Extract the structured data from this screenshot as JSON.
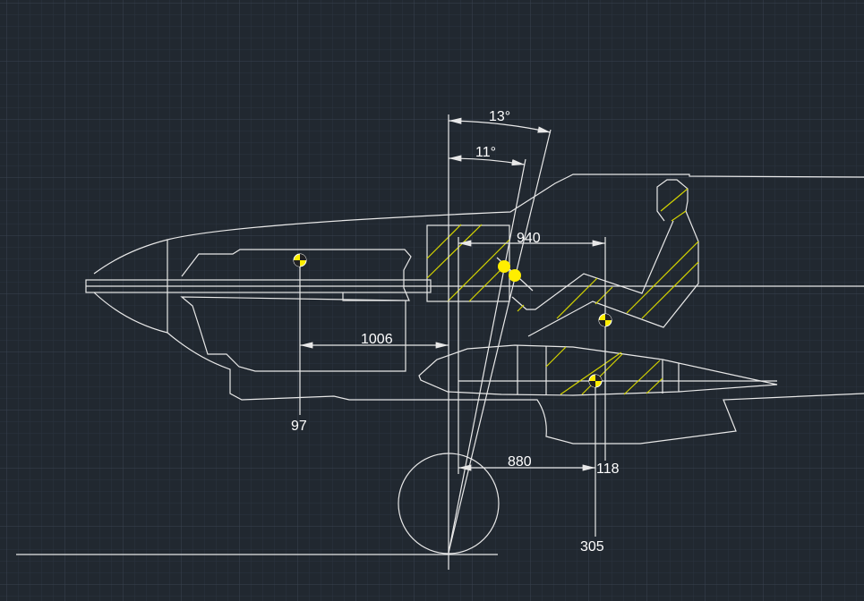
{
  "drawing": {
    "angle_labels": {
      "outer": "13°",
      "inner": "11°"
    },
    "dimensions": {
      "engine_to_datum": "1006",
      "datum_to_pilot": "940",
      "datum_to_wing": "880"
    },
    "cg_labels": {
      "engine": "97",
      "pilot": "118",
      "wing": "305"
    }
  },
  "colors": {
    "background": "#212830",
    "lines": "#e8e8e8",
    "hatch": "#d4d400",
    "cg_marker": "#ffee00"
  }
}
